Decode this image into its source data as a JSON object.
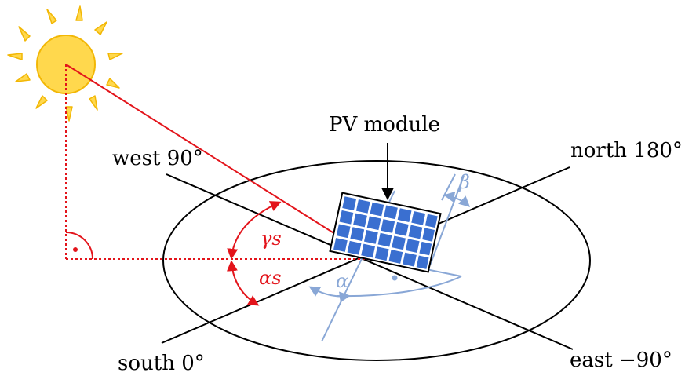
{
  "labels": {
    "pv_module": "PV module",
    "west": "west 90°",
    "north": "north 180°",
    "south": "south 0°",
    "east": "east −90°",
    "gamma_s": "γs",
    "alpha_s": "αs",
    "alpha": "α",
    "beta": "β"
  },
  "colors": {
    "sun_fill": "#FFD84D",
    "sun_stroke": "#F2B705",
    "ray": "#E3141B",
    "module": "#3A6FD0",
    "module_outline": "#000000",
    "blue_lines": "#89A7D6",
    "ground": "#000000"
  }
}
